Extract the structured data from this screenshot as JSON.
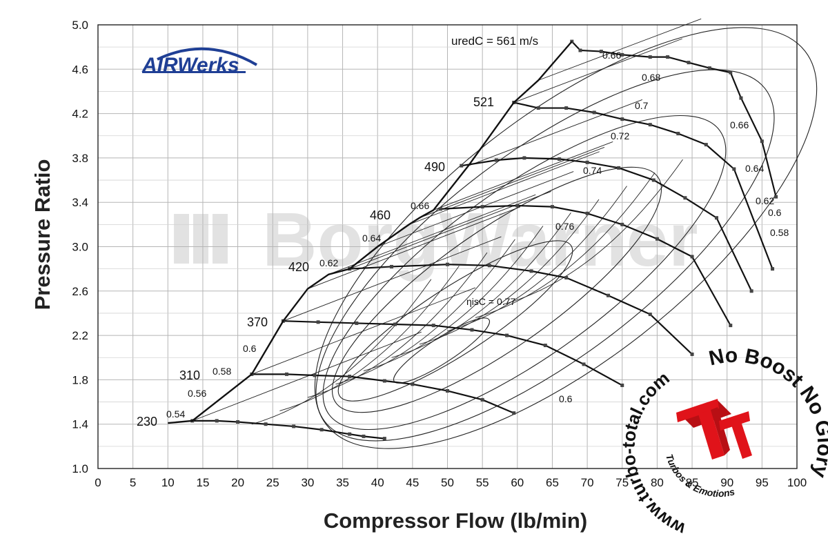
{
  "chart_data": {
    "type": "line",
    "title": "",
    "xlabel": "Compressor Flow (lb/min)",
    "ylabel": "Pressure Ratio",
    "xlim": [
      0,
      100
    ],
    "ylim": [
      1.0,
      5.0
    ],
    "x_ticks": [
      0,
      5,
      10,
      15,
      20,
      25,
      30,
      35,
      40,
      45,
      50,
      55,
      60,
      65,
      70,
      75,
      80,
      85,
      90,
      95,
      100
    ],
    "y_ticks": [
      1.0,
      1.4,
      1.8,
      2.2,
      2.6,
      3.0,
      3.4,
      3.8,
      4.2,
      4.6,
      5.0
    ],
    "y_tick_labels": [
      "1.0",
      "1.4",
      "1.8",
      "2.2",
      "2.6",
      "3.0",
      "3.4",
      "3.8",
      "4.2",
      "4.6",
      "5.0"
    ],
    "grid": true,
    "speed_lines": [
      {
        "name": "230",
        "x": [
          13.5,
          17,
          20,
          24,
          28,
          32,
          36,
          38,
          41
        ],
        "y": [
          1.43,
          1.43,
          1.42,
          1.4,
          1.38,
          1.35,
          1.31,
          1.29,
          1.27
        ]
      },
      {
        "name": "310",
        "x": [
          22,
          27,
          31,
          36,
          41,
          45,
          50,
          55,
          59.5
        ],
        "y": [
          1.85,
          1.85,
          1.84,
          1.83,
          1.79,
          1.76,
          1.7,
          1.62,
          1.5
        ]
      },
      {
        "name": "370",
        "x": [
          26.5,
          31.5,
          37,
          42.5,
          48,
          53.5,
          58.5,
          64,
          69.5,
          75
        ],
        "y": [
          2.33,
          2.32,
          2.31,
          2.3,
          2.29,
          2.25,
          2.2,
          2.11,
          1.94,
          1.75
        ]
      },
      {
        "name": "420",
        "x": [
          36,
          42,
          50,
          56,
          62,
          67,
          73,
          79,
          85
        ],
        "y": [
          2.8,
          2.82,
          2.84,
          2.83,
          2.78,
          2.72,
          2.56,
          2.39,
          2.03
        ]
      },
      {
        "name": "460",
        "x": [
          49,
          55,
          60,
          65,
          70,
          75,
          80,
          85,
          90.5
        ],
        "y": [
          3.34,
          3.36,
          3.37,
          3.36,
          3.3,
          3.2,
          3.07,
          2.91,
          2.29
        ]
      },
      {
        "name": "490",
        "x": [
          52,
          57,
          61,
          66,
          70,
          74.5,
          79.5,
          84,
          88.5,
          93.5
        ],
        "y": [
          3.73,
          3.78,
          3.8,
          3.79,
          3.76,
          3.71,
          3.6,
          3.44,
          3.26,
          2.6
        ]
      },
      {
        "name": "521",
        "x": [
          59.5,
          63,
          67,
          71,
          75,
          79,
          83,
          87,
          91,
          96.5
        ],
        "y": [
          4.3,
          4.25,
          4.25,
          4.21,
          4.15,
          4.1,
          4.02,
          3.92,
          3.7,
          2.8
        ]
      },
      {
        "name": "uredC = 561 m/s",
        "x": [
          67.8,
          69,
          72,
          75,
          79,
          81.5,
          84.5,
          87.5,
          90.5,
          92,
          95,
          97
        ],
        "y": [
          4.85,
          4.77,
          4.76,
          4.73,
          4.71,
          4.71,
          4.66,
          4.61,
          4.57,
          4.34,
          3.95,
          3.45
        ]
      }
    ],
    "surge_line": {
      "x": [
        10,
        13.5,
        22,
        26.5,
        30,
        33,
        36,
        40,
        44.5,
        46,
        48,
        53,
        59.5,
        63,
        67.8
      ],
      "y": [
        1.41,
        1.43,
        1.85,
        2.33,
        2.62,
        2.75,
        2.8,
        3.0,
        3.2,
        3.26,
        3.33,
        3.73,
        4.3,
        4.5,
        4.85
      ]
    },
    "efficiency_labels": [
      "0.54",
      "0.56",
      "0.58",
      "0.6",
      "0.62",
      "0.64",
      "0.66",
      "0.66",
      "0.68",
      "0.7",
      "0.72",
      "0.74",
      "0.76",
      "ηisC = 0.77",
      "0.66",
      "0.64",
      "0.62",
      "0.6",
      "0.58",
      "0.6"
    ],
    "speed_labels": [
      "230",
      "310",
      "370",
      "420",
      "460",
      "490",
      "521",
      "uredC = 561 m/s"
    ]
  },
  "branding": {
    "airwerks_logo": "AIRWerks",
    "watermark": "BorgWarner",
    "stamp": {
      "left_arc": "www.turbo-total.com",
      "right_arc": "No Boost No Glory",
      "inner": "Turbos & Emotions",
      "logo_letters": "ET"
    },
    "colors": {
      "logo_blue": "#1f3f95",
      "stamp_red": "#e0131a",
      "grid": "#b5b5b5",
      "watermark": "#d9d9d9"
    }
  }
}
